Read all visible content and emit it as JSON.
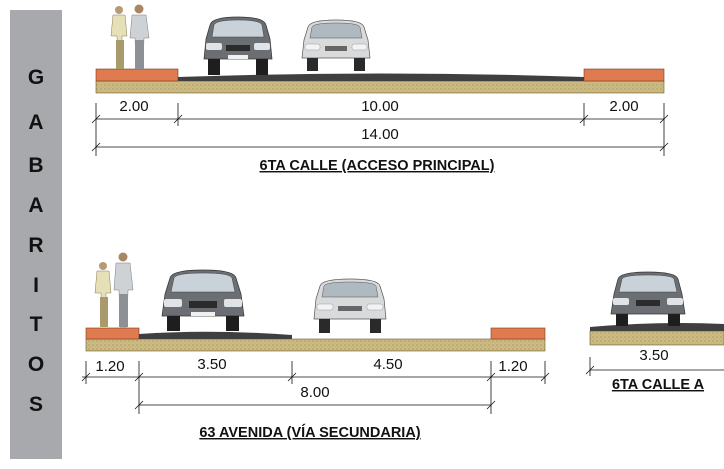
{
  "side_label": [
    "G",
    "A",
    "B",
    "A",
    "R",
    "I",
    "T",
    "O",
    "S"
  ],
  "colors": {
    "sidewalk": "#e07a4f",
    "soil": "#cdbb84",
    "asphalt": "#3f3f3f",
    "panel": "#a7a9ac",
    "car_dark": "#6b6e73",
    "car_light": "#d8dadc"
  },
  "section_1": {
    "dimensions": [
      "2.00",
      "10.00",
      "2.00"
    ],
    "total": "14.00",
    "title": "6TA CALLE (ACCESO PRINCIPAL)"
  },
  "section_2": {
    "dimensions": [
      "1.20",
      "3.50",
      "4.50",
      "1.20"
    ],
    "total": "8.00",
    "title": "63 AVENIDA (VÍA SECUNDARIA)"
  },
  "section_3": {
    "dimensions": [
      "3.50"
    ],
    "title": "6TA CALLE A"
  }
}
